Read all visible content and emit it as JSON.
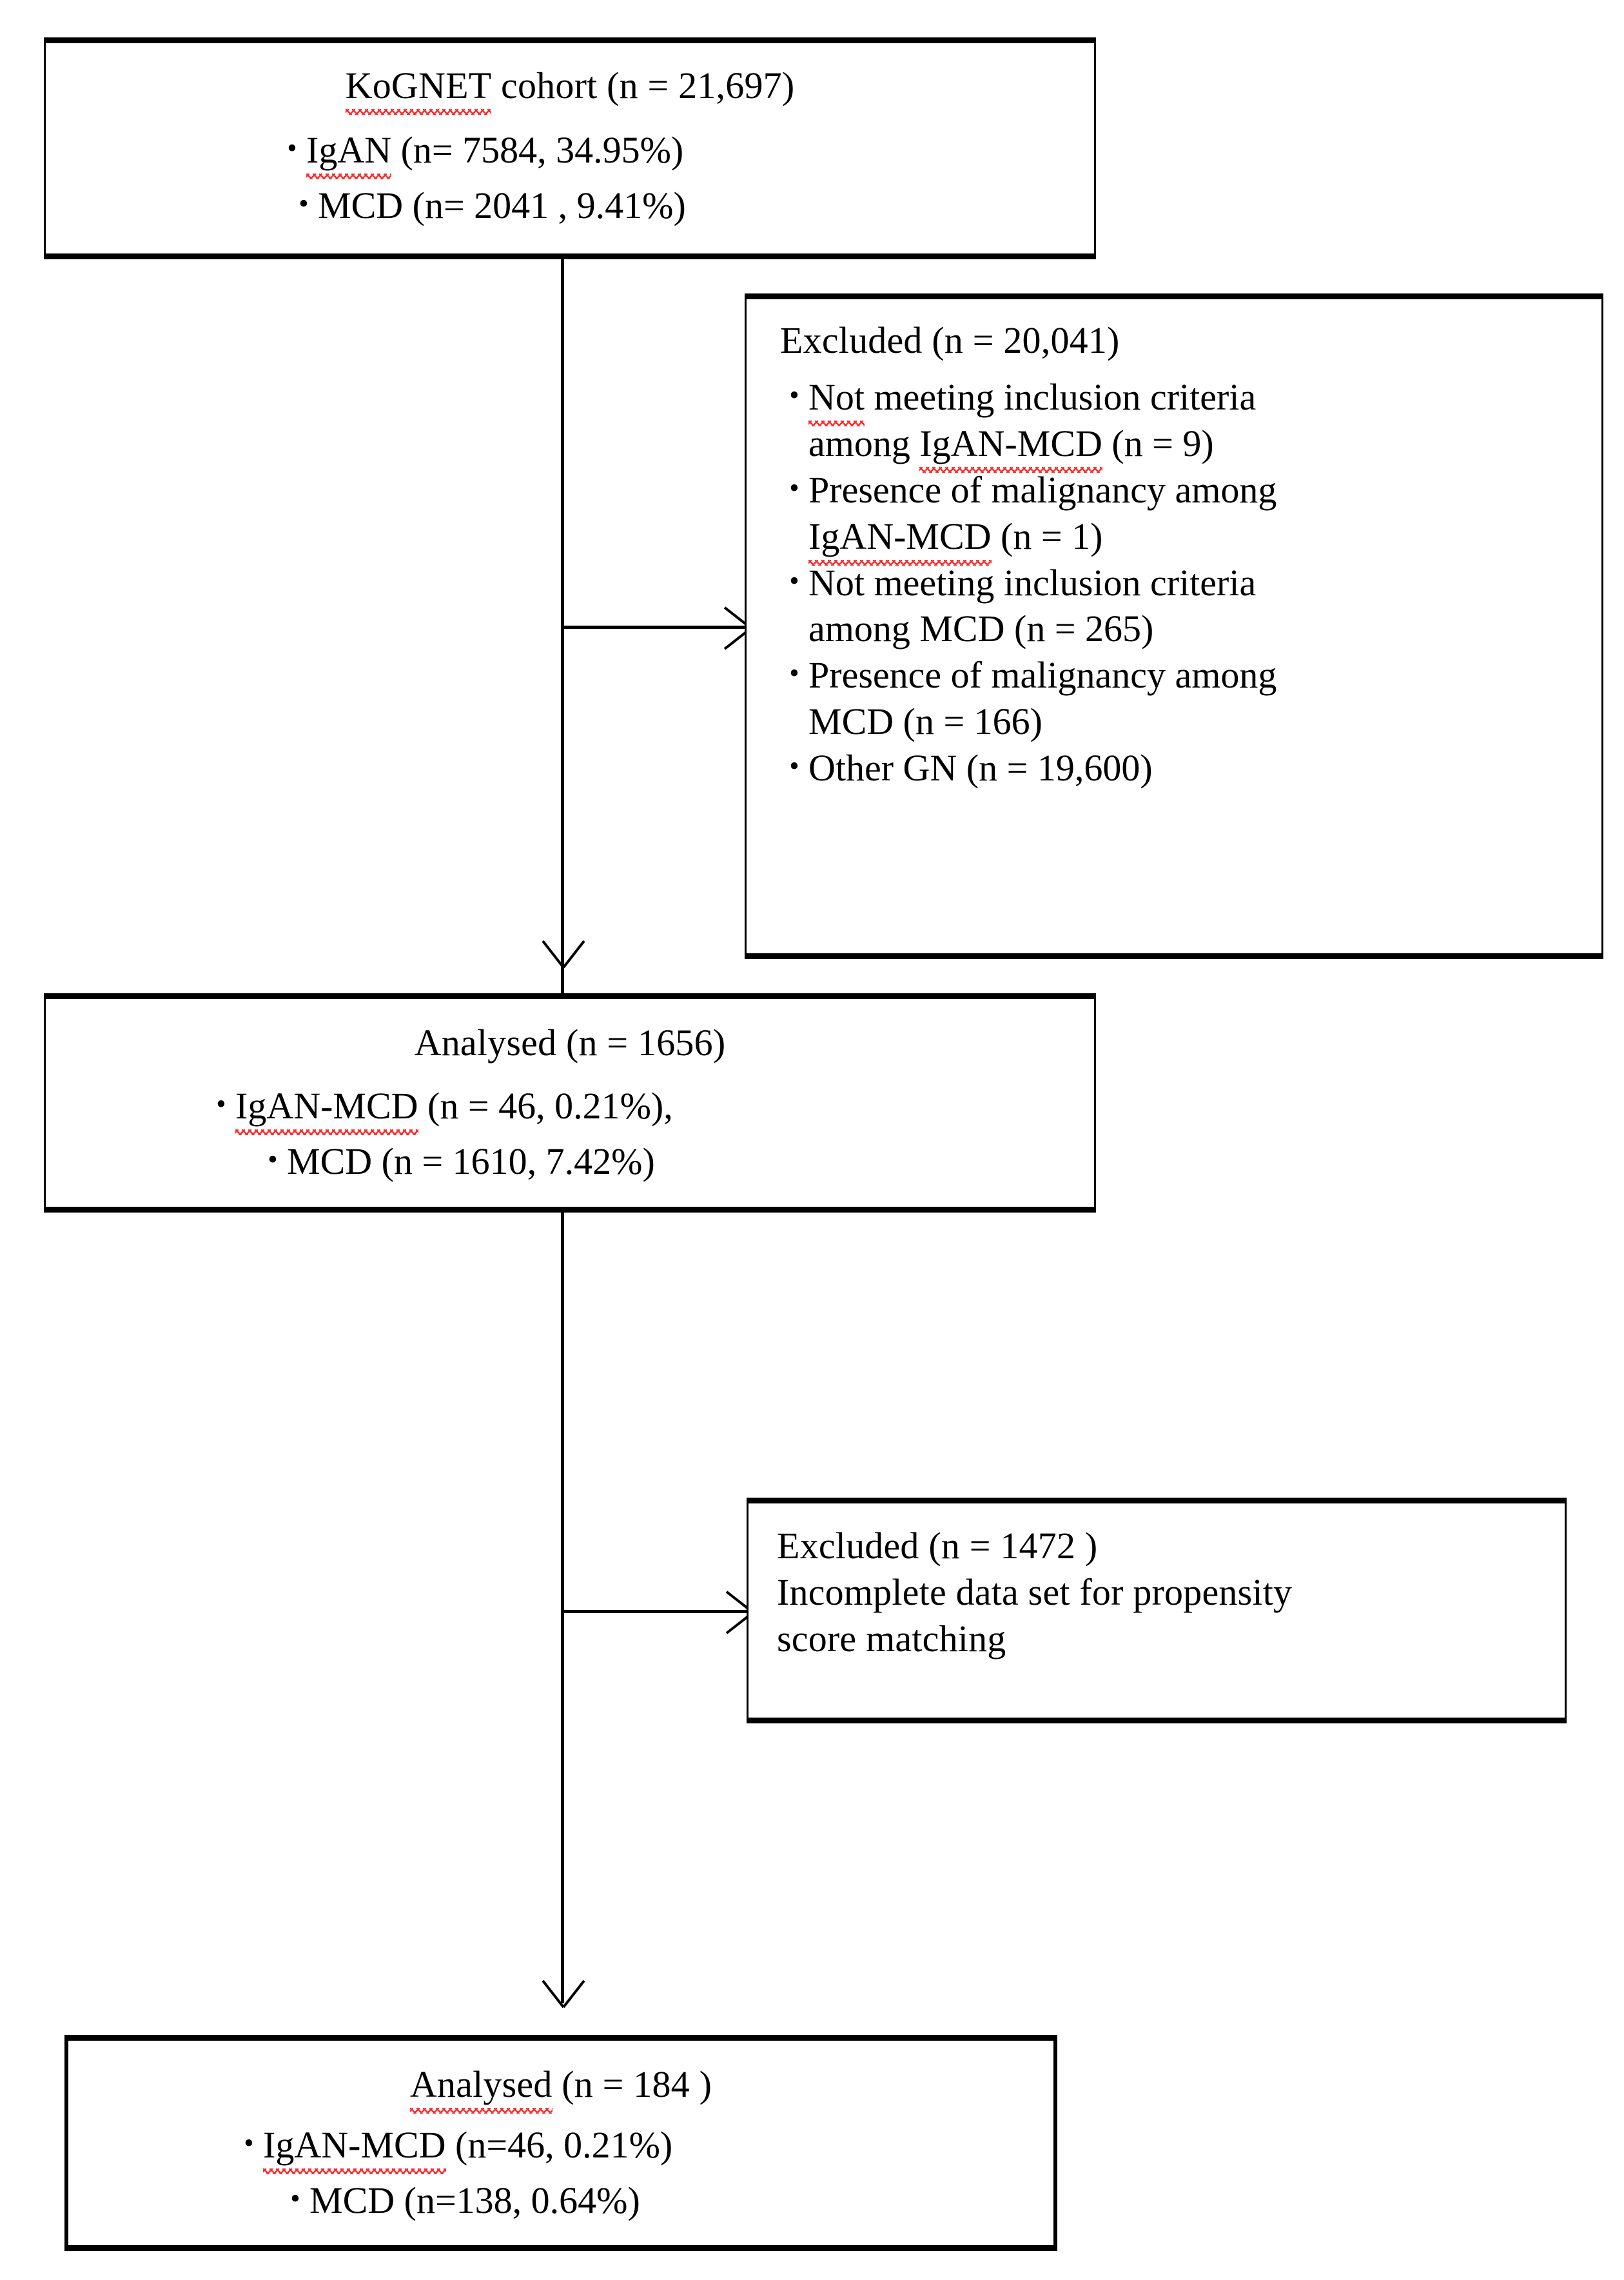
{
  "figure": {
    "type": "flow-diagram",
    "title": "CONSORT-style patient selection flowchart",
    "text_color": "#000000",
    "background_color": "#ffffff",
    "spellcheck_underline_color": "#ff2b2b"
  },
  "nodes": {
    "cohort": {
      "name": "kognet-cohort-box",
      "header": "KoGNET cohort (n = 21,697)",
      "header_misspelled": "KoGNET",
      "header_rest": " cohort (n = 21,697)",
      "bullets": [
        {
          "marker": "•",
          "misspelled": "IgAN",
          "rest": " (n= 7584, 34.95%)"
        },
        {
          "marker": "•",
          "misspelled": "",
          "rest": "MCD (n= 2041 , 9.41%)"
        }
      ]
    },
    "excluded_1": {
      "name": "excluded-box-1",
      "header": "Excluded  (n = 20,041)",
      "bullets": [
        {
          "marker": "•",
          "line1_misspelled": "Not",
          "line1_rest": " meeting inclusion criteria",
          "line2_pre": "among ",
          "line2_misspelled": "IgAN-MCD",
          "line2_rest": " (n = 9)"
        },
        {
          "marker": "•",
          "line1_misspelled": "",
          "line1_rest": "Presence of malignancy among",
          "line2_pre": "",
          "line2_misspelled": "IgAN-MCD",
          "line2_rest": " (n = 1)"
        },
        {
          "marker": "•",
          "line1_misspelled": "Not",
          "line1_rest": " meeting inclusion criteria",
          "line2_pre": "among MCD (n = 265)",
          "line2_misspelled": "",
          "line2_rest": ""
        },
        {
          "marker": "•",
          "line1_misspelled": "",
          "line1_rest": "Presence of malignancy among",
          "line2_pre": "MCD (n = 166)",
          "line2_misspelled": "",
          "line2_rest": ""
        },
        {
          "marker": "•",
          "line1_misspelled": "",
          "line1_rest": "Other GN (n = 19,600)",
          "line2_pre": "",
          "line2_misspelled": "",
          "line2_rest": ""
        }
      ]
    },
    "analysed_1": {
      "name": "analysed-box-1",
      "header": "Analysed (n = 1656)",
      "bullets": [
        {
          "marker": "•",
          "misspelled": "IgAN-MCD",
          "rest": " (n = 46, 0.21%),"
        },
        {
          "marker": "•",
          "misspelled": "",
          "rest": "MCD (n = 1610, 7.42%)"
        }
      ]
    },
    "excluded_2": {
      "name": "excluded-box-2",
      "lines": [
        "Excluded (n = 1472 )",
        "Incomplete data set for propensity",
        "score matching"
      ]
    },
    "analysed_2": {
      "name": "analysed-box-2",
      "header_misspelled": "Analysed",
      "header_rest": " (n = 184 )",
      "bullets": [
        {
          "marker": "•",
          "misspelled": "IgAN-MCD",
          "rest": " (n=46, 0.21%)"
        },
        {
          "marker": "•",
          "misspelled": "",
          "rest": "MCD (n=138, 0.64%)"
        }
      ]
    }
  },
  "connectors": [
    {
      "name": "cohort-to-analysed-1",
      "kind": "vertical-arrow"
    },
    {
      "name": "cohort-to-excluded-1",
      "kind": "horizontal-arrow"
    },
    {
      "name": "analysed-1-to-analysed-2",
      "kind": "vertical-arrow"
    },
    {
      "name": "analysed-1-to-excluded-2",
      "kind": "horizontal-arrow"
    }
  ]
}
